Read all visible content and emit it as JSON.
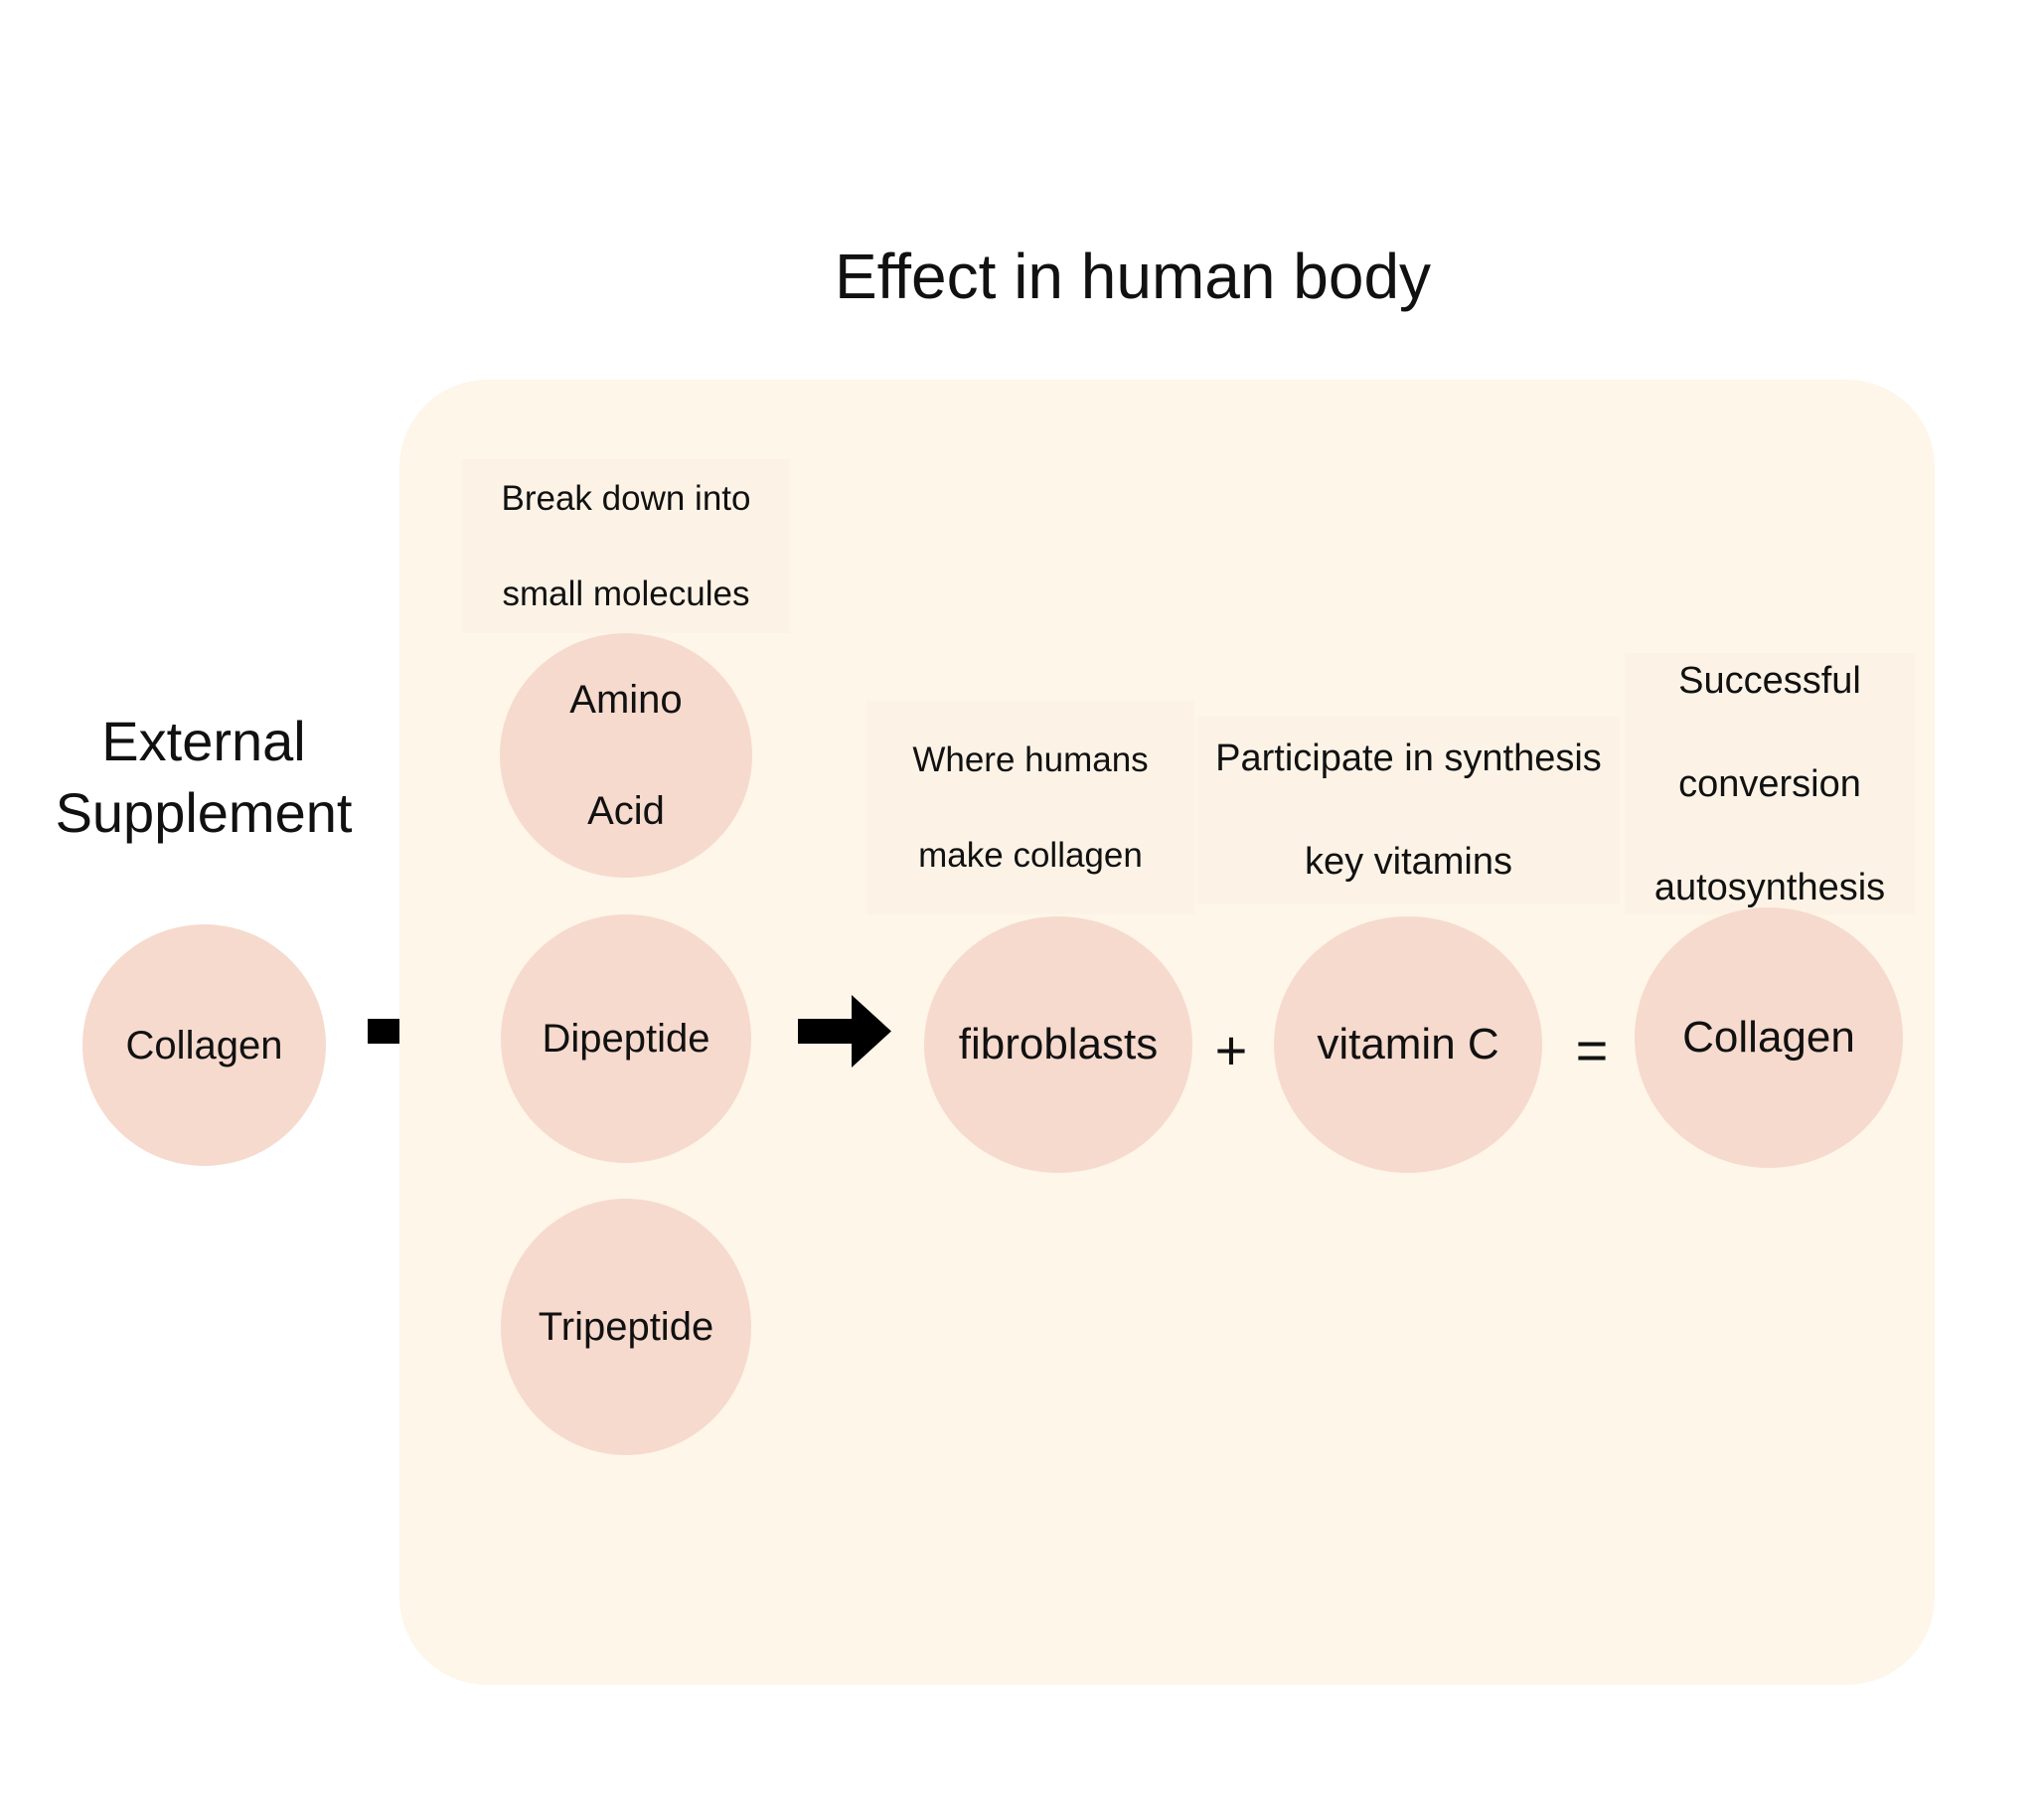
{
  "title": "Effect in human body",
  "external": {
    "heading": "External\nSupplement",
    "heading_lines": [
      "External",
      "Supplement"
    ],
    "source_node": "Collagen"
  },
  "panel": {
    "breakdown": {
      "label_lines": [
        "Break down into",
        "small molecules"
      ],
      "nodes": [
        "Amino\nAcid",
        "Dipeptide",
        "Tripeptide"
      ],
      "node_lines": [
        [
          "Amino",
          "Acid"
        ],
        [
          "Dipeptide"
        ],
        [
          "Tripeptide"
        ]
      ]
    },
    "synthesis": {
      "fibroblasts": {
        "label_lines": [
          "Where humans",
          "make collagen"
        ],
        "node": "fibroblasts"
      },
      "vitamin": {
        "label_lines": [
          "Participate in synthesis",
          "key vitamins"
        ],
        "node": "vitamin C"
      },
      "result": {
        "label_lines": [
          "Successful",
          "conversion",
          "autosynthesis"
        ],
        "node": "Collagen"
      },
      "plus": "+",
      "equals": "="
    }
  },
  "icons": {
    "arrow_1": "right-arrow-icon",
    "arrow_2": "right-arrow-icon"
  },
  "colors": {
    "panel_bg": "#fdf6e9",
    "node_fill": "#f6dacd",
    "arrow": "#000000",
    "text": "#111111"
  }
}
